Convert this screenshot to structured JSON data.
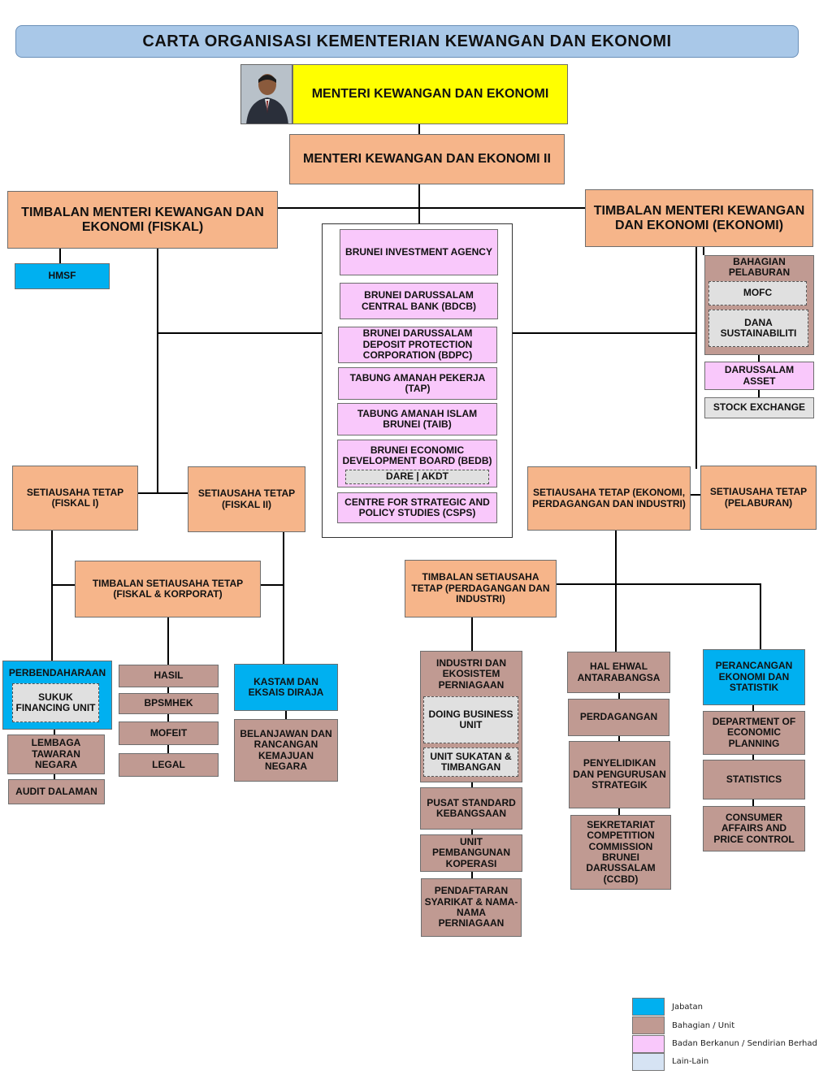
{
  "title": "CARTA ORGANISASI KEMENTERIAN KEWANGAN DAN EKONOMI",
  "photo": {
    "icon": "portrait-photo"
  },
  "top": {
    "minister": "MENTERI KEWANGAN DAN EKONOMI",
    "minister2": "MENTERI KEWANGAN DAN EKONOMI II"
  },
  "deputy_fiskal": "TIMBALAN MENTERI KEWANGAN DAN EKONOMI (FISKAL)",
  "deputy_ekonomi": "TIMBALAN MENTERI KEWANGAN DAN EKONOMI (EKONOMI)",
  "hmsf": "HMSF",
  "centre_units": [
    "BRUNEI INVESTMENT AGENCY",
    "BRUNEI DARUSSALAM CENTRAL BANK (BDCB)",
    "BRUNEI DARUSSALAM DEPOSIT PROTECTION CORPORATION (BDPC)",
    "TABUNG AMANAH PEKERJA (TAP)",
    "TABUNG AMANAH ISLAM BRUNEI (TAIB)",
    "BRUNEI ECONOMIC DEVELOPMENT BOARD (BEDB)",
    "CENTRE FOR STRATEGIC AND POLICY STUDIES (CSPS)"
  ],
  "dare_akdt": "DARE | AKDT",
  "right_top": {
    "bahagian_pelaburan": "BAHAGIAN PELABURAN",
    "mofc": "MOFC",
    "dana": "DANA SUSTAINABILITI",
    "darussalam_asset": "DARUSSALAM ASSET",
    "stock_exchange": "STOCK EXCHANGE"
  },
  "ps": {
    "fiskal1": "SETIAUSAHA TETAP (FISKAL I)",
    "fiskal2": "SETIAUSAHA TETAP (FISKAL II)",
    "ekonomi": "SETIAUSAHA TETAP (EKONOMI, PERDAGANGAN DAN INDUSTRI)",
    "pelaburan": "SETIAUSAHA TETAP (PELABURAN)"
  },
  "dps": {
    "fiskal": "TIMBALAN SETIAUSAHA TETAP (FISKAL & KORPORAT)",
    "perdagangan": "TIMBALAN SETIAUSAHA TETAP (PERDAGANGAN DAN INDUSTRI)"
  },
  "left_units": {
    "perbendaharaan": "PERBENDAHARAAN",
    "sukuk": "SUKUK FINANCING UNIT",
    "lembaga": "LEMBAGA TAWARAN NEGARA",
    "audit": "AUDIT DALAMAN",
    "hasil": "HASIL",
    "bpsmhek": "BPSMHEK",
    "mofeit": "MOFEIT",
    "legal": "LEGAL",
    "kastam": "KASTAM DAN EKSAIS DIRAJA",
    "belanjawan": "BELANJAWAN DAN RANCANGAN KEMAJUAN NEGARA"
  },
  "ind_units": {
    "industri": "INDUSTRI DAN EKOSISTEM PERNIAGAAN",
    "doing_business": "DOING BUSINESS UNIT",
    "sukatan": "UNIT SUKATAN & TIMBANGAN",
    "pusat": "PUSAT STANDARD KEBANGSAAN",
    "koperasi": "UNIT PEMBANGUNAN KOPERASI",
    "pendaftaran": "PENDAFTARAN SYARIKAT & NAMA-NAMA PERNIAGAAN"
  },
  "mid_units": {
    "hal_ehwal": "HAL EHWAL ANTARABANGSA",
    "perdagangan": "PERDAGANGAN",
    "penyelidikan": "PENYELIDIKAN DAN PENGURUSAN STRATEGIK",
    "ccbd": "SEKRETARIAT COMPETITION COMMISSION BRUNEI DARUSSALAM (CCBD)"
  },
  "right_units": {
    "perancangan": "PERANCANGAN EKONOMI DAN STATISTIK",
    "depd": "DEPARTMENT OF ECONOMIC PLANNING",
    "statistics": "STATISTICS",
    "consumer": "CONSUMER AFFAIRS AND PRICE CONTROL"
  },
  "legend": [
    {
      "label": "Jabatan",
      "color": "#00b0f0"
    },
    {
      "label": "Bahagian / Unit",
      "color": "#c09a92"
    },
    {
      "label": "Badan Berkanun / Sendirian Berhad",
      "color": "#f9c8fb"
    },
    {
      "label": "Lain-Lain",
      "color": "#d6e3f3"
    }
  ],
  "colors": {
    "title_bar": "#a9c8e8",
    "minister": "#ffff00",
    "orange": "#f6b58a",
    "jabatan": "#00b0f0",
    "bahagian": "#c09a92",
    "badan": "#f9c8fb"
  }
}
